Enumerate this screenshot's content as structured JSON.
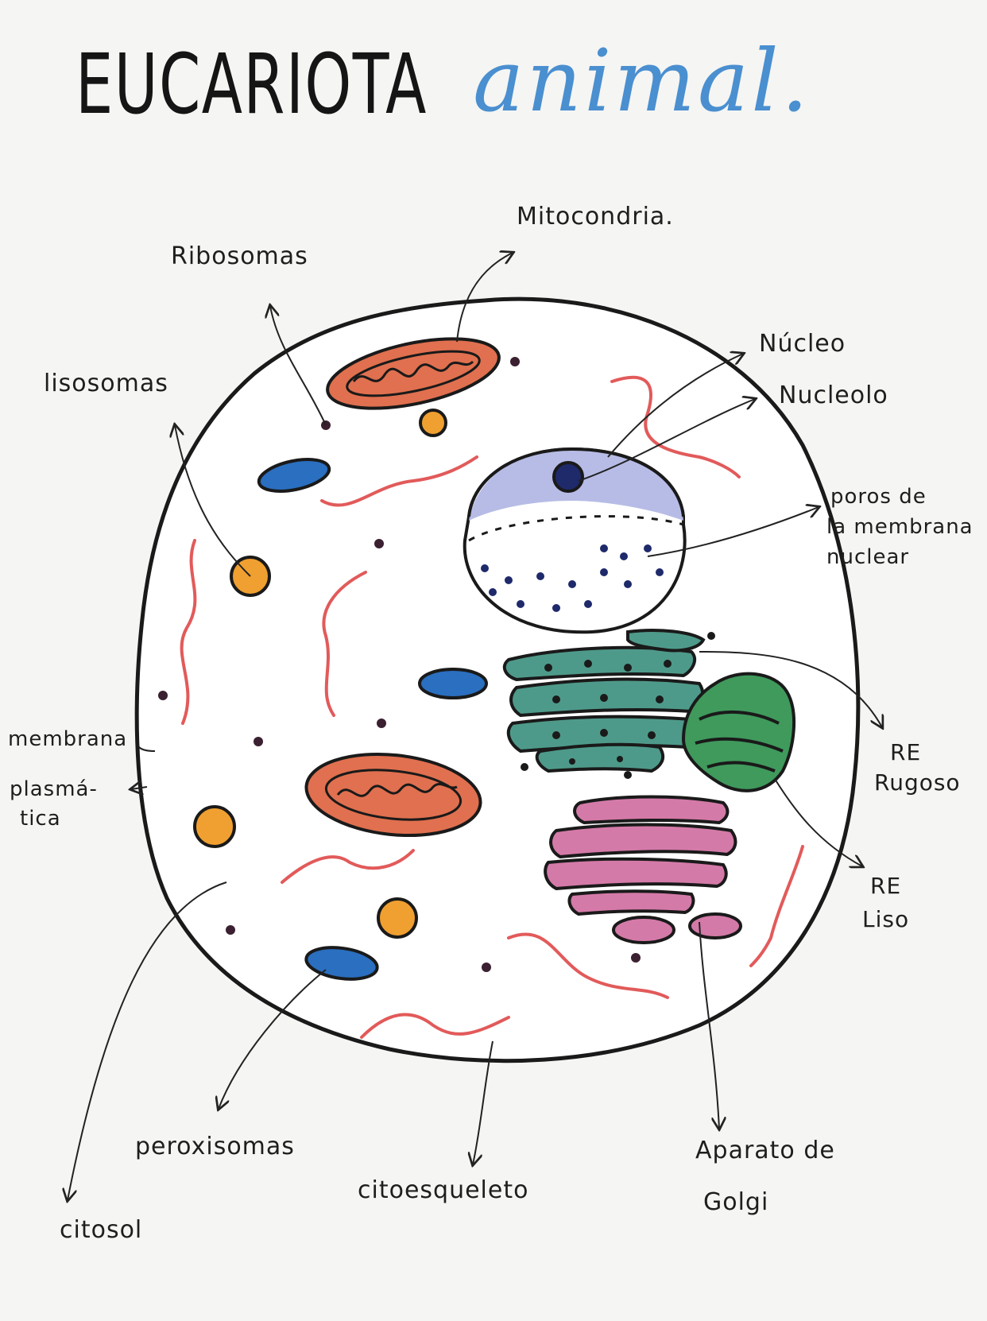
{
  "title": {
    "main": "EUCARIOTA",
    "sub": "animal."
  },
  "labels": {
    "ribosomas": "Ribosomas",
    "mitocondria": "Mitocondria.",
    "lisosomas": "lisosomas",
    "nucleo": "Núcleo",
    "nucleolo": "Nucleolo",
    "poros_line1": "poros de",
    "poros_line2": "la membrana",
    "poros_line3": "nuclear",
    "membrana_line1": "membrana",
    "membrana_line2": "plasmá-",
    "membrana_line3": "tica",
    "re_rugoso_line1": "RE",
    "re_rugoso_line2": "Rugoso",
    "re_liso_line1": "RE",
    "re_liso_line2": "Liso",
    "peroxisomas": "peroxisomas",
    "citoesqueleto": "citoesqueleto",
    "golgi_line1": "Aparato de",
    "golgi_line2": "Golgi",
    "citosol": "citosol"
  },
  "colors": {
    "title_sub": "#4a8fd0",
    "mitochondria": "#e0704f",
    "nucleus": "#b7bce6",
    "lysosome": "#f0a030",
    "peroxisome": "#2a6fc0",
    "rer": "#4e9a8a",
    "ser": "#3f9a5c",
    "golgi": "#d47aa8",
    "cytoskeleton": "#e25a5a"
  }
}
